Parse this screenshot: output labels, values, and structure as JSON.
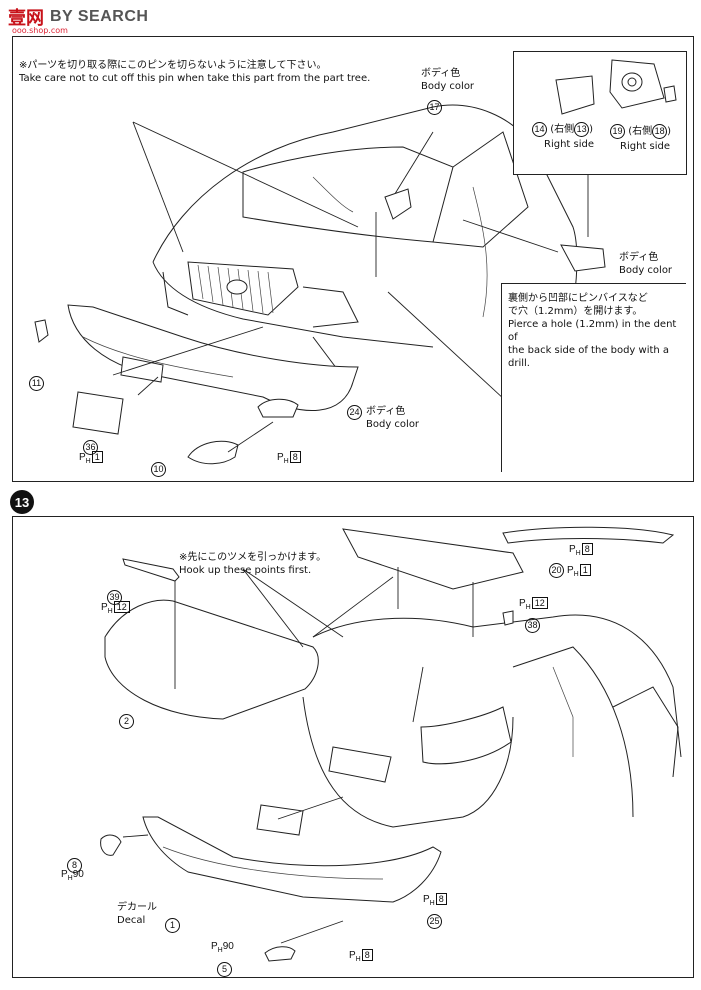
{
  "header": {
    "brand": "BY SEARCH",
    "cn_logo": "壹网",
    "url": "ooo.shop.com"
  },
  "step12": {
    "note_jp": "※パーツを切り取る際にこのピンを切らないように注意して下さい。",
    "note_en": "Take care not to cut off this pin when take this part from the part tree.",
    "body_color_jp": "ボディ色",
    "body_color_en": "Body color",
    "part17": "17",
    "inset": {
      "p14": "14",
      "p14_sub": "(右側",
      "p14_ref": "13",
      "p19": "19",
      "p19_sub": "(右側",
      "p19_ref": "18",
      "right_side": "Right side"
    },
    "mirror_color_jp": "ボディ色",
    "mirror_color_en": "Body color",
    "drill_jp_1": "裏側から凹部にピンバイスなど",
    "drill_jp_2": "で穴（1.2mm）を開けます。",
    "drill_en_1": "Pierce a hole (1.2mm) in the dent of",
    "drill_en_2": "the back side of the body with a drill.",
    "part11": "11",
    "part36": "36",
    "ph36": "1",
    "part10": "10",
    "ph10": "8",
    "part24": "24",
    "bumper_color_jp": "ボディ色",
    "bumper_color_en": "Body color",
    "ph_label": "P",
    "ph_sub": "H"
  },
  "step13": {
    "badge": "13",
    "hook_jp": "※先にこのツメを引っかけます。",
    "hook_en": "Hook up these points first.",
    "spoiler_ph": "8",
    "part20": "20",
    "ph20": "1",
    "ph38": "12",
    "part38": "38",
    "part39": "39",
    "ph39": "12",
    "part2": "2",
    "part8": "8",
    "ph8": "90",
    "decal_jp": "デカール",
    "decal_en": "Decal",
    "part1": "1",
    "ph25": "8",
    "part25": "25",
    "ph5": "90",
    "part5": "5",
    "ph_fog": "8"
  }
}
